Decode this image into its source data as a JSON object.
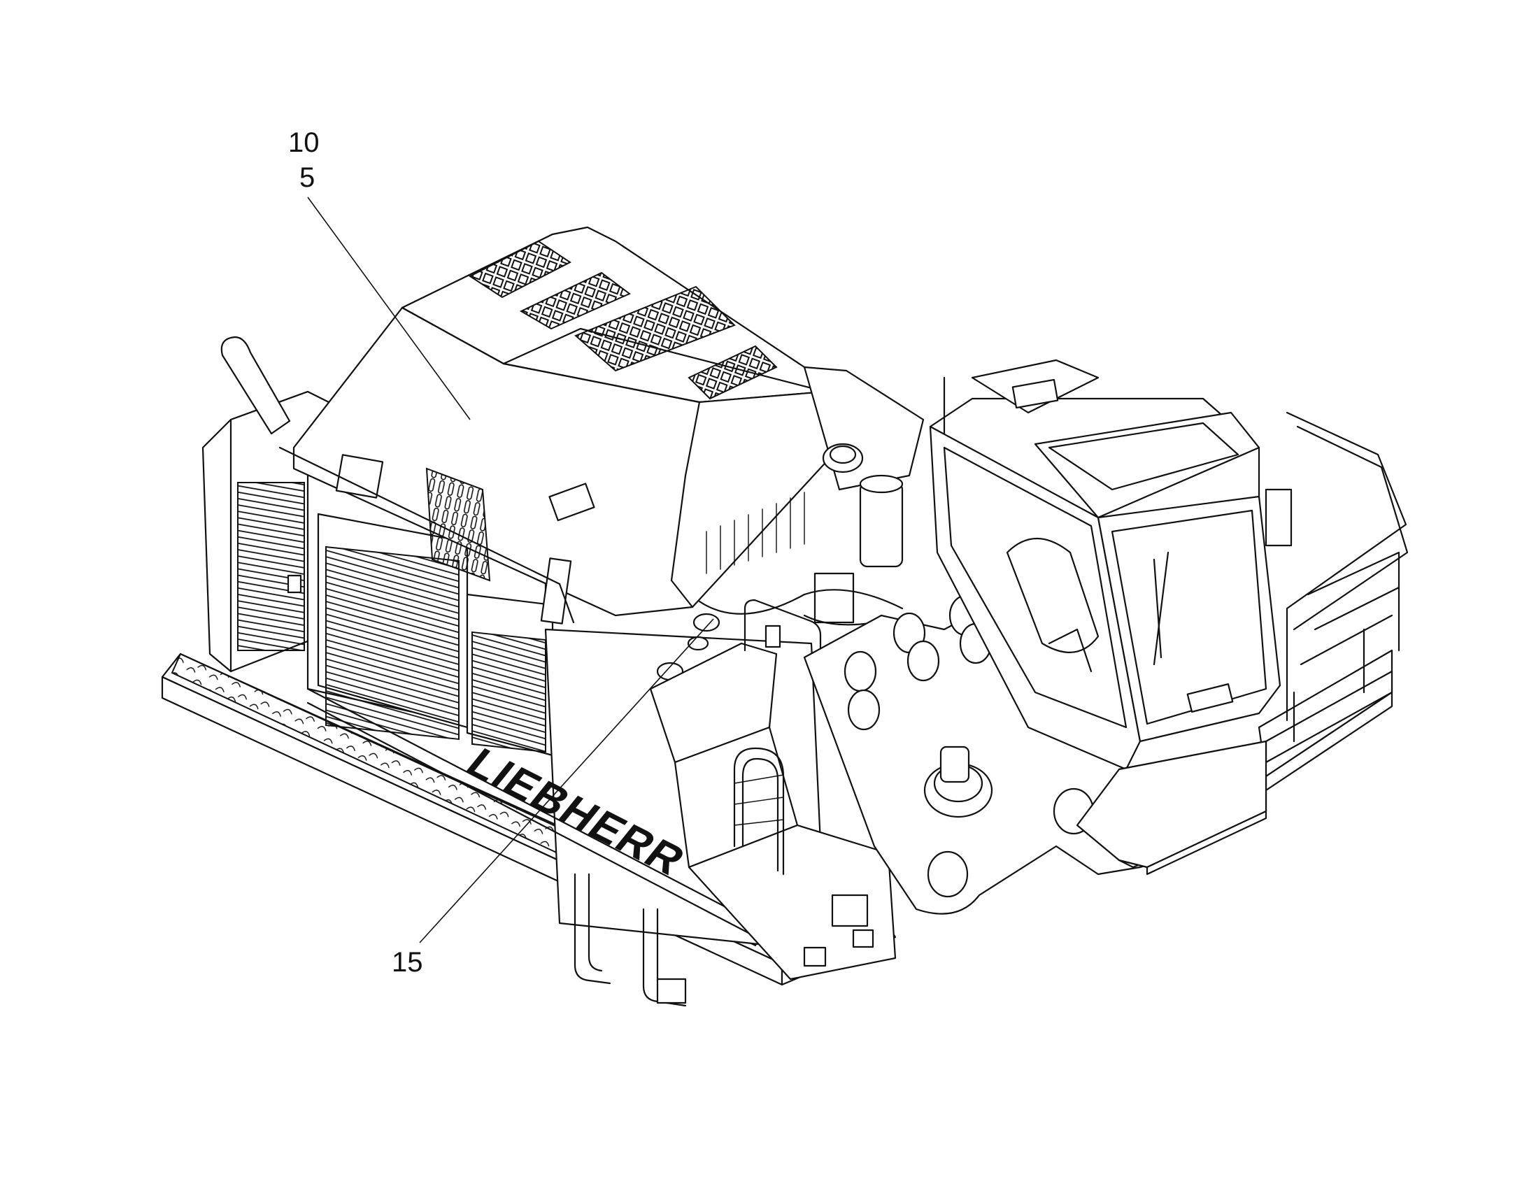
{
  "figure": {
    "brand_lettering": "LIEBHERR",
    "callouts": [
      {
        "id": "10",
        "label": "10"
      },
      {
        "id": "5",
        "label": "5"
      },
      {
        "id": "15",
        "label": "15"
      }
    ]
  },
  "colors": {
    "line": "#111111",
    "background": "#ffffff"
  }
}
